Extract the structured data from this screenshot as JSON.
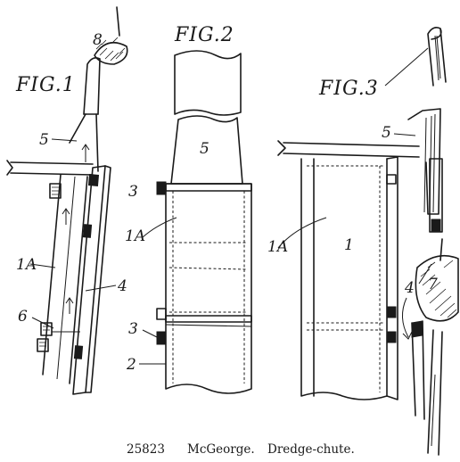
{
  "figures": {
    "fig1": "FIG.1",
    "fig2": "FIG.2",
    "fig3": "FIG.3"
  },
  "labels": {
    "n1": "1",
    "n1a": "1A",
    "n2": "2",
    "n3": "3",
    "n4": "4",
    "n5": "5",
    "n6": "6",
    "n7": "7",
    "n8": "8"
  },
  "caption": {
    "number": "25823",
    "inventor": "McGeorge.",
    "title": "Dredge-chute."
  }
}
